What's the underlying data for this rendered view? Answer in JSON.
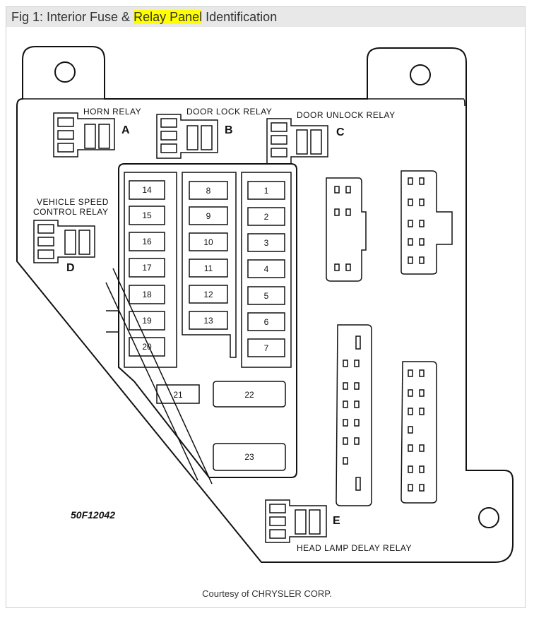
{
  "header": {
    "title_prefix": "Fig 1: Interior Fuse & ",
    "title_highlight": "Relay Panel",
    "title_suffix": " Identification"
  },
  "relays": {
    "horn_label": "HORN RELAY",
    "horn_letter": "A",
    "door_lock_label": "DOOR LOCK RELAY",
    "door_lock_letter": "B",
    "door_unlock_label": "DOOR UNLOCK RELAY",
    "door_unlock_letter": "C",
    "speed_label_1": "VEHICLE SPEED",
    "speed_label_2": "CONTROL RELAY",
    "speed_letter": "D",
    "headlamp_label": "HEAD LAMP DELAY RELAY",
    "headlamp_letter": "E"
  },
  "fuses": {
    "left_column": [
      "14",
      "15",
      "16",
      "17",
      "18",
      "19",
      "20"
    ],
    "middle_column": [
      "8",
      "9",
      "10",
      "11",
      "12",
      "13"
    ],
    "right_column": [
      "1",
      "2",
      "3",
      "4",
      "5",
      "6",
      "7"
    ],
    "f21": "21",
    "f22": "22",
    "f23": "23"
  },
  "part_code": "50F12042",
  "footer": {
    "courtesy": "Courtesy of CHRYSLER CORP."
  }
}
